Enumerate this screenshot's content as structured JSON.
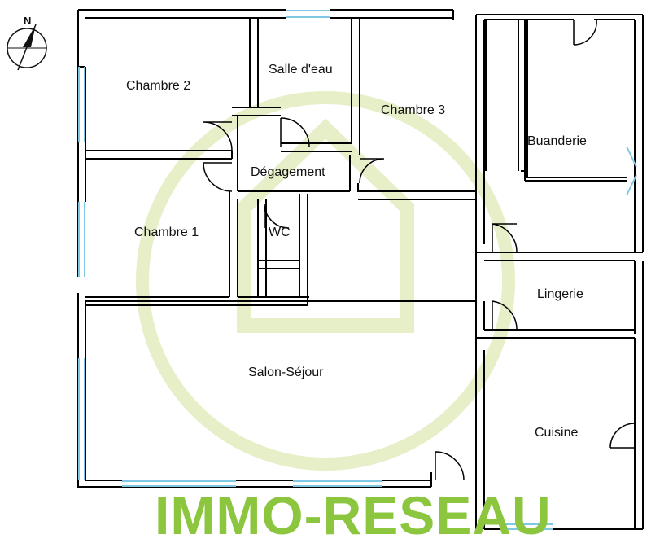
{
  "plan": {
    "rooms": [
      {
        "key": "chambre2",
        "label": "Chambre 2"
      },
      {
        "key": "salle_eau",
        "label": "Salle d'eau"
      },
      {
        "key": "chambre3",
        "label": "Chambre 3"
      },
      {
        "key": "buanderie",
        "label": "Buanderie"
      },
      {
        "key": "degagement",
        "label": "Dégagement"
      },
      {
        "key": "wc",
        "label": "WC"
      },
      {
        "key": "chambre1",
        "label": "Chambre 1"
      },
      {
        "key": "lingerie",
        "label": "Lingerie"
      },
      {
        "key": "salon",
        "label": "Salon-Séjour"
      },
      {
        "key": "cuisine",
        "label": "Cuisine"
      }
    ]
  },
  "compass": {
    "north_label": "N"
  },
  "watermark": {
    "brand": "IMMO-RESEAU",
    "color": "#8cc63f",
    "logo_color": "#e6efc8"
  },
  "colors": {
    "wall": "#000000",
    "window": "#7ec8e3"
  }
}
